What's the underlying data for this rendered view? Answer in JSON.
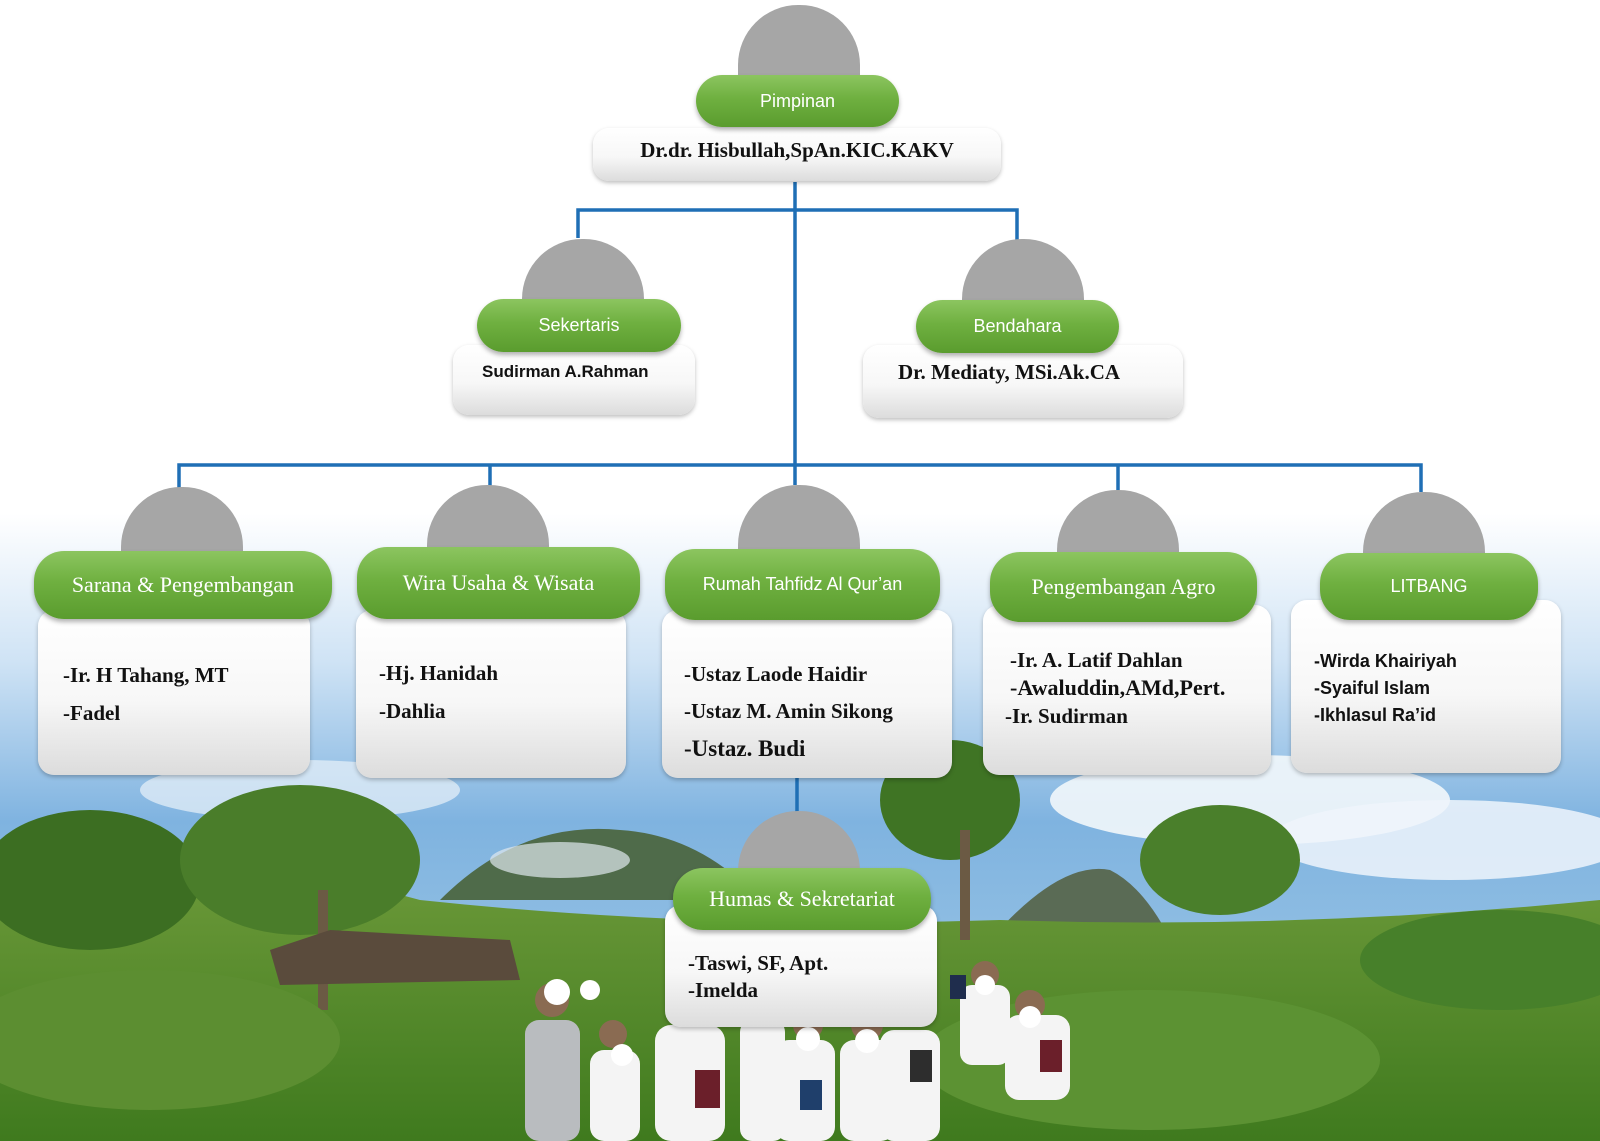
{
  "top": {
    "role": "Pimpinan",
    "name": "Dr.dr. Hisbullah,SpAn.KIC.KAKV"
  },
  "secretary": {
    "role": "Sekertaris",
    "name": "Sudirman A.Rahman"
  },
  "treasurer": {
    "role": "Bendahara",
    "name": "Dr. Mediaty, MSi.Ak.CA"
  },
  "divisions": [
    {
      "role": "Sarana & Pengembangan",
      "members": [
        "-Ir. H Tahang, MT",
        "-Fadel"
      ]
    },
    {
      "role": "Wira Usaha & Wisata",
      "members": [
        "-Hj. Hanidah",
        "-Dahlia"
      ]
    },
    {
      "role": "Rumah Tahfidz Al Qur’an",
      "members": [
        "-Ustaz Laode Haidir",
        "-Ustaz M. Amin Sikong",
        "-Ustaz. Budi"
      ]
    },
    {
      "role": "Pengembangan Agro",
      "members": [
        "-Ir. A. Latif Dahlan",
        "-Awaluddin,AMd,Pert.",
        "-Ir. Sudirman"
      ]
    },
    {
      "role": "LITBANG",
      "members": [
        "-Wirda Khairiyah",
        "-Syaiful Islam",
        "-Ikhlasul Ra’id"
      ]
    }
  ],
  "public_relations": {
    "role": "Humas & Sekretariat",
    "members": [
      "-Taswi, SF, Apt.",
      "-Imelda"
    ]
  },
  "colors": {
    "pill_green": "#6fb040",
    "connector_blue": "#1f6fb5",
    "avatar_grey": "#a6a6a6"
  }
}
